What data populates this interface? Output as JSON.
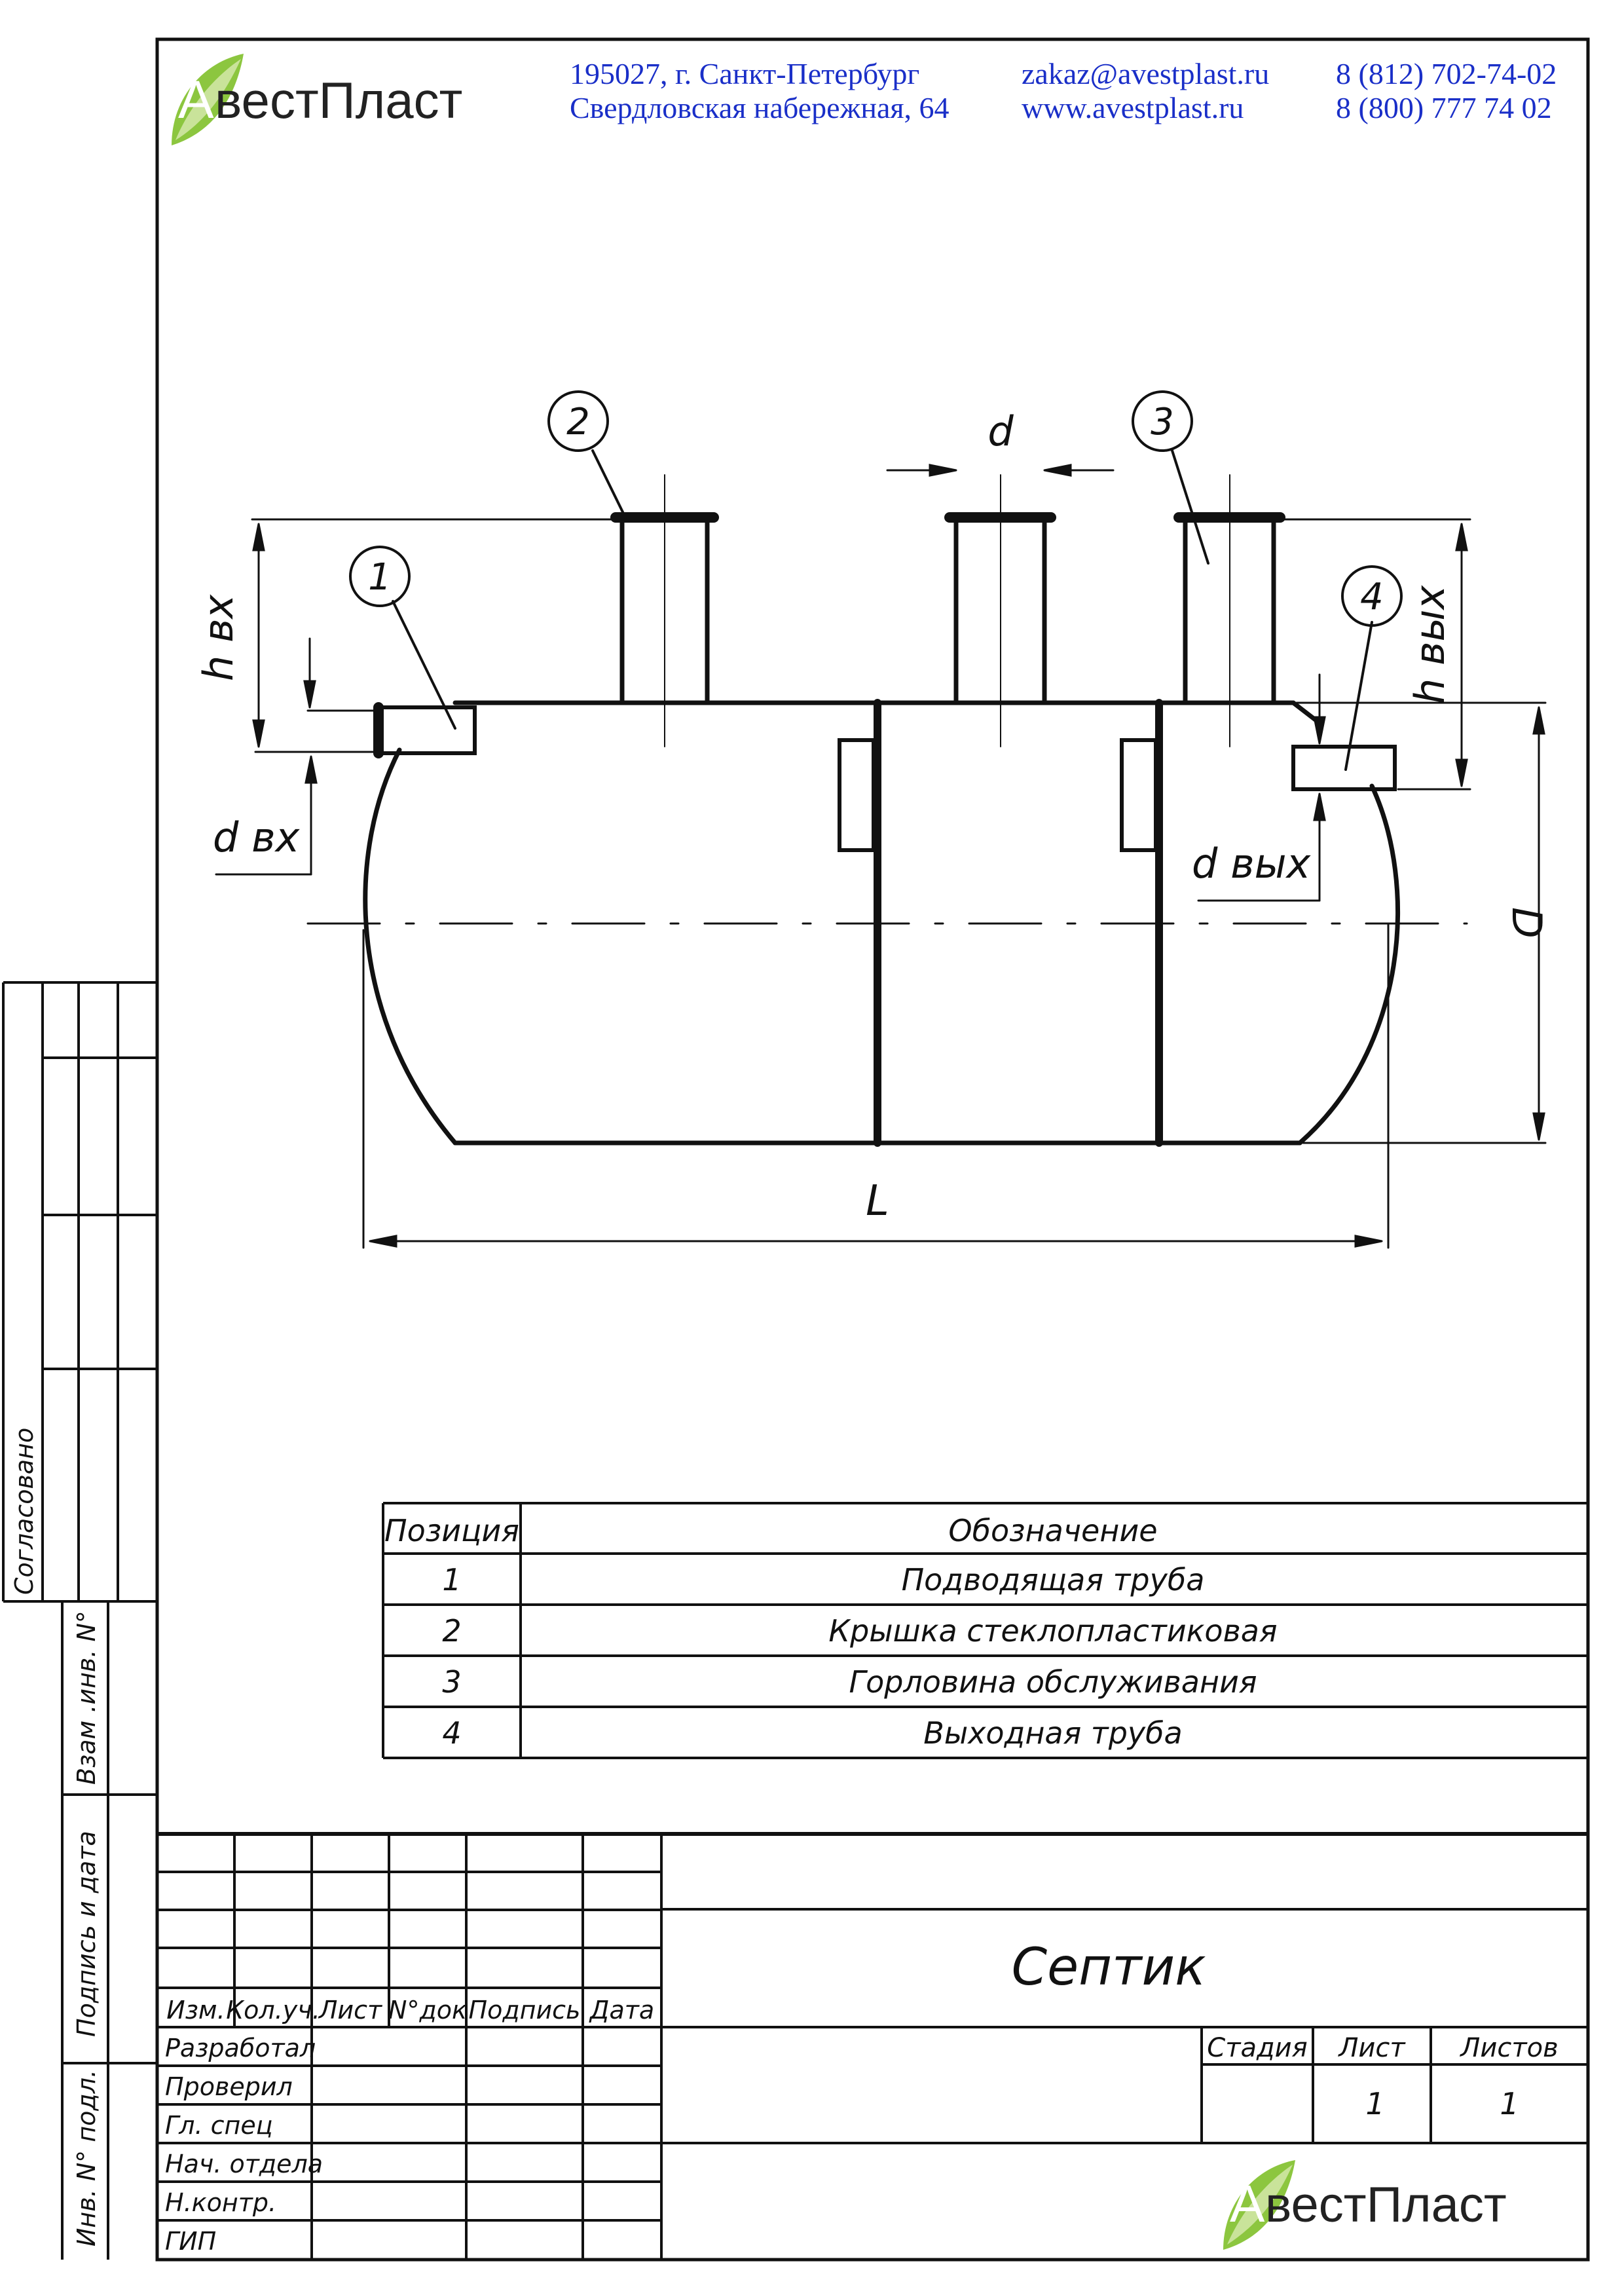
{
  "header": {
    "logo": {
      "first_letter": "А",
      "text": "вестПласт"
    },
    "address": [
      "195027, г. Санкт-Петербург",
      "Свердловская набережная, 64"
    ],
    "contacts": [
      "zakaz@avestplast.ru",
      "www.avestplast.ru"
    ],
    "phones": [
      "8 (812) 702-74-02",
      "8 (800) 777 74 02"
    ],
    "colors": {
      "text_blue": "#1a2fc8",
      "leaf_green": "#8cc63f",
      "leaf_light": "#c9e39a"
    }
  },
  "drawing": {
    "callouts": [
      "1",
      "2",
      "3",
      "4"
    ],
    "dimensions": {
      "d": "d",
      "h_in": "h вх",
      "d_in": "d вх",
      "h_out": "h вых",
      "d_out": "d вых",
      "D": "D",
      "L": "L"
    }
  },
  "spec_table": {
    "headers": [
      "Позиция",
      "Обозначение"
    ],
    "rows": [
      {
        "pos": "1",
        "name": "Подводящая труба"
      },
      {
        "pos": "2",
        "name": "Крышка стеклопластиковая"
      },
      {
        "pos": "3",
        "name": "Горловина обслуживания"
      },
      {
        "pos": "4",
        "name": "Выходная труба"
      }
    ]
  },
  "side_stamp": {
    "agreed": "Согласовано",
    "inv_swap": "Взам .инв. N°",
    "sign_date": "Подпись и дата",
    "inv_orig": "Инв. N° подл."
  },
  "title_block": {
    "revision_headers": [
      "Изм.",
      "Кол.уч.",
      "Лист",
      "N°док",
      "Подпись",
      "Дата"
    ],
    "roles": [
      "Разработал",
      "Проверил",
      "Гл. спец",
      "Нач. отдела",
      "Н.контр.",
      "ГИП"
    ],
    "title": "Септик",
    "stage_label": "Стадия",
    "sheet_label": "Лист",
    "sheets_label": "Листов",
    "sheet_value": "1",
    "sheets_value": "1"
  }
}
